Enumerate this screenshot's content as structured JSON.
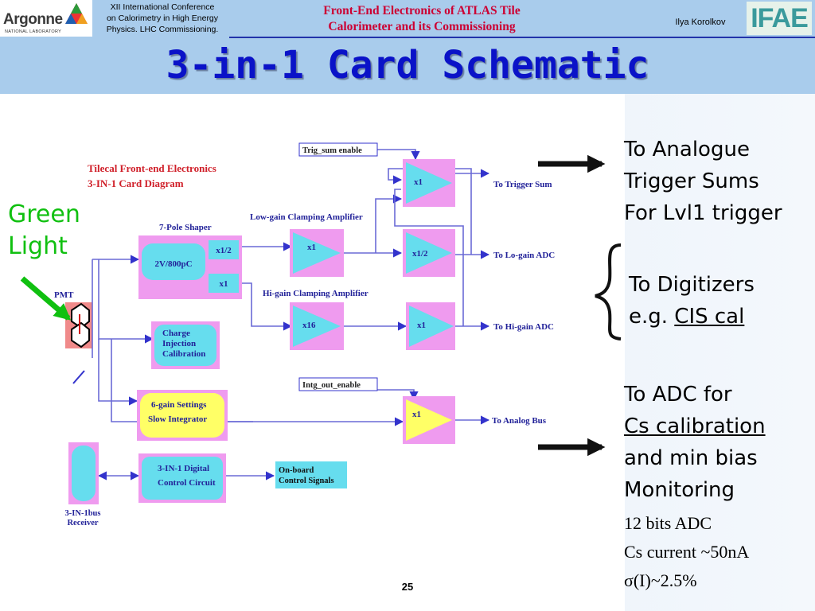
{
  "header": {
    "logo_left": {
      "word": "Argonne",
      "sub": "NATIONAL LABORATORY"
    },
    "conference": [
      "XII International Conference",
      "on Calorimetry in High Energy",
      "Physics. LHC Commissioning."
    ],
    "subtitle": [
      "Front-End Electronics of ATLAS Tile",
      "Calorimeter and its Commissioning"
    ],
    "author": "Ilya Korolkov",
    "logo_right": "IFAE"
  },
  "title": "3-in-1 Card Schematic",
  "left_label": [
    "Green",
    "Light"
  ],
  "diagram": {
    "heading": [
      "Tilecal Front-end Electronics",
      "3-IN-1 Card Diagram"
    ],
    "pmt": "PMT",
    "shaper_label": "7-Pole Shaper",
    "shaper_value": "2V/800pC",
    "shaper_x12": "x1/2",
    "shaper_x1": "x1",
    "low_gain_label": "Low-gain Clamping Amplifier",
    "hi_gain_label": "Hi-gain Clamping Amplifier",
    "amp_low": "x1",
    "amp_hi": "x16",
    "trig_enable": "Trig_sum enable",
    "intg_enable": "Intg_out_enable",
    "out_trig_gain": "x1",
    "out_lo_gain": "x1/2",
    "out_hi_gain": "x1",
    "out_analog_gain": "x1",
    "out_trig": "To Trigger Sum",
    "out_lo": "To Lo-gain ADC",
    "out_hi": "To Hi-gain ADC",
    "out_analog": "To Analog Bus",
    "charge_inj": [
      "Charge",
      "Injection",
      "Calibration"
    ],
    "gain_settings": [
      "6-gain Settings",
      "Slow Integrator"
    ],
    "digital_ctrl": [
      "3-IN-1 Digital",
      "Control Circuit"
    ],
    "onboard": [
      "On-board",
      "Control Signals"
    ],
    "bus_receiver": [
      "3-IN-1bus",
      "Receiver"
    ]
  },
  "right": {
    "trigger_lines": [
      "To Analogue",
      "Trigger Sums",
      "For Lvl1 trigger"
    ],
    "digitizer_lines": [
      "To Digitizers",
      "e.g. "
    ],
    "digitizer_link": "CIS cal",
    "cs_lines": [
      "To ADC for"
    ],
    "cs_link": "Cs calibration",
    "cs_lines2": [
      "and min bias",
      "Monitoring"
    ],
    "specs": [
      "12 bits ADC",
      "Cs current ~50nA",
      "σ(I)~2.5%"
    ]
  },
  "page_number": "25",
  "colors": {
    "accent_title": "#0a12c8",
    "header_bg": "#a9ccec",
    "green": "#10c010",
    "diagram_blue": "#3333cc",
    "box_pink": "#ef9bef",
    "box_cyan": "#66ddee",
    "box_yellow": "#ffff66"
  }
}
